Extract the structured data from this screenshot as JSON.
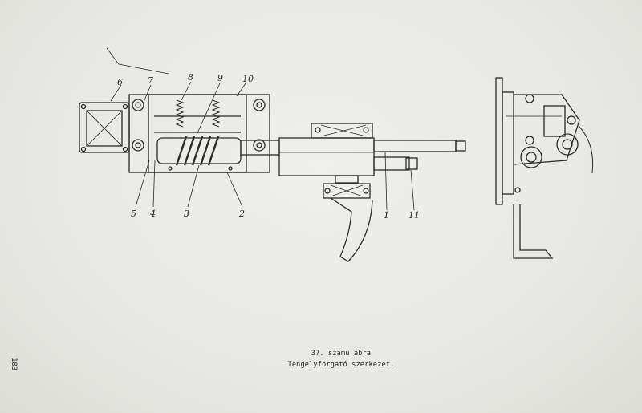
{
  "figure": {
    "caption_number": "37. számu ábra",
    "caption_title": "Tengelyforgató szerkezet.",
    "page_number": "183"
  },
  "part_labels": [
    "6",
    "7",
    "8",
    "9",
    "10",
    "5",
    "4",
    "3",
    "2",
    "1",
    "11"
  ],
  "colors": {
    "paper": "#e9e9e6",
    "ink": "#2a2a2a"
  }
}
